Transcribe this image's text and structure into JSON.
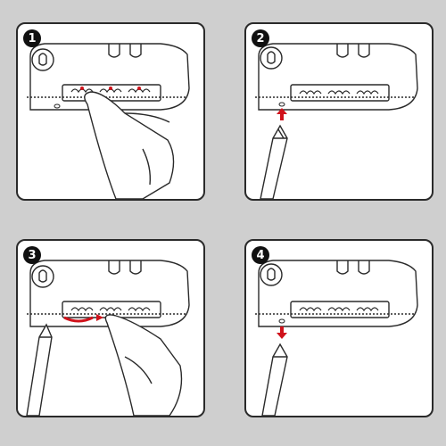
{
  "steps": [
    {
      "number": "1",
      "action": "press-dials"
    },
    {
      "number": "2",
      "action": "insert-pen-reset-hole"
    },
    {
      "number": "3",
      "action": "set-new-combination"
    },
    {
      "number": "4",
      "action": "remove-pen"
    }
  ],
  "colors": {
    "background": "#cfcfcf",
    "panel": "#ffffff",
    "outline": "#2a2a2a",
    "accent_arrow": "#d0121b"
  },
  "icons": [
    "lock-body",
    "combination-dials",
    "finger",
    "pen",
    "reset-hole",
    "arrow"
  ]
}
